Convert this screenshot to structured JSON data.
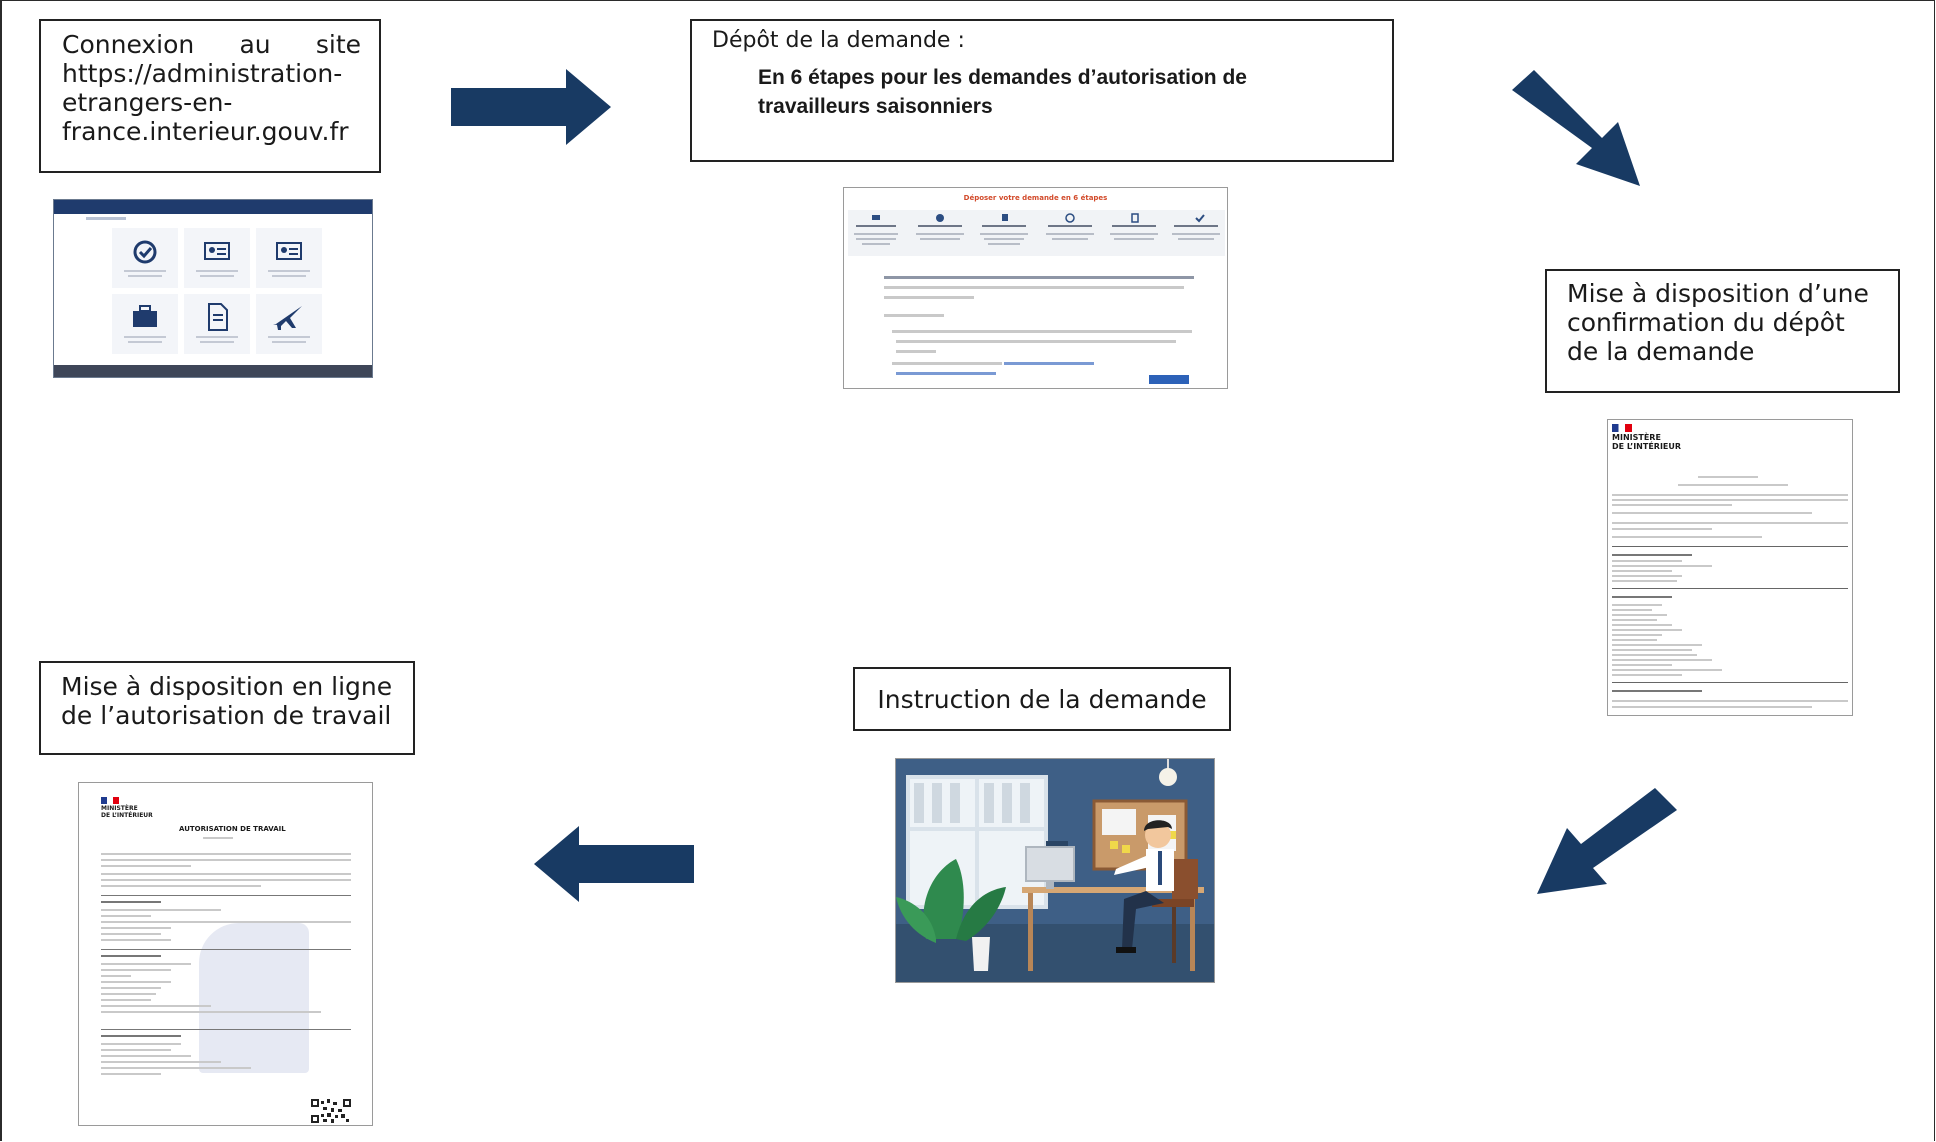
{
  "steps": {
    "connexion": {
      "line1_left": "Connexion",
      "line1_mid": "au",
      "line1_right": "site",
      "url_line1": "https://administration-",
      "url_line2": "etrangers-en-",
      "url_line3": "france.interieur.gouv.fr"
    },
    "depot": {
      "title": "Dépôt de la demande :",
      "subtitle_line1": "En 6 étapes pour les demandes d’autorisation de",
      "subtitle_line2": "travailleurs saisonniers"
    },
    "confirmation": {
      "line1": "Mise à disposition d’une",
      "line2": "confirmation du dépôt",
      "line3": "de la demande"
    },
    "instruction": {
      "title": "Instruction de la demande"
    },
    "autorisation": {
      "line1": "Mise à disposition en ligne",
      "line2": "de l’autorisation de travail"
    }
  },
  "thumbnails": {
    "depot_form_title": "Déposer votre demande en 6 étapes",
    "ministere_line1": "MINISTÈRE",
    "ministere_line2": "DE L’INTÉRIEUR",
    "autorisation_doc_title": "AUTORISATION DE TRAVAIL"
  },
  "colors": {
    "arrow": "#183a63",
    "border": "#222222",
    "portal_nav": "#1f3b6d",
    "form_title": "#d24a2a"
  }
}
